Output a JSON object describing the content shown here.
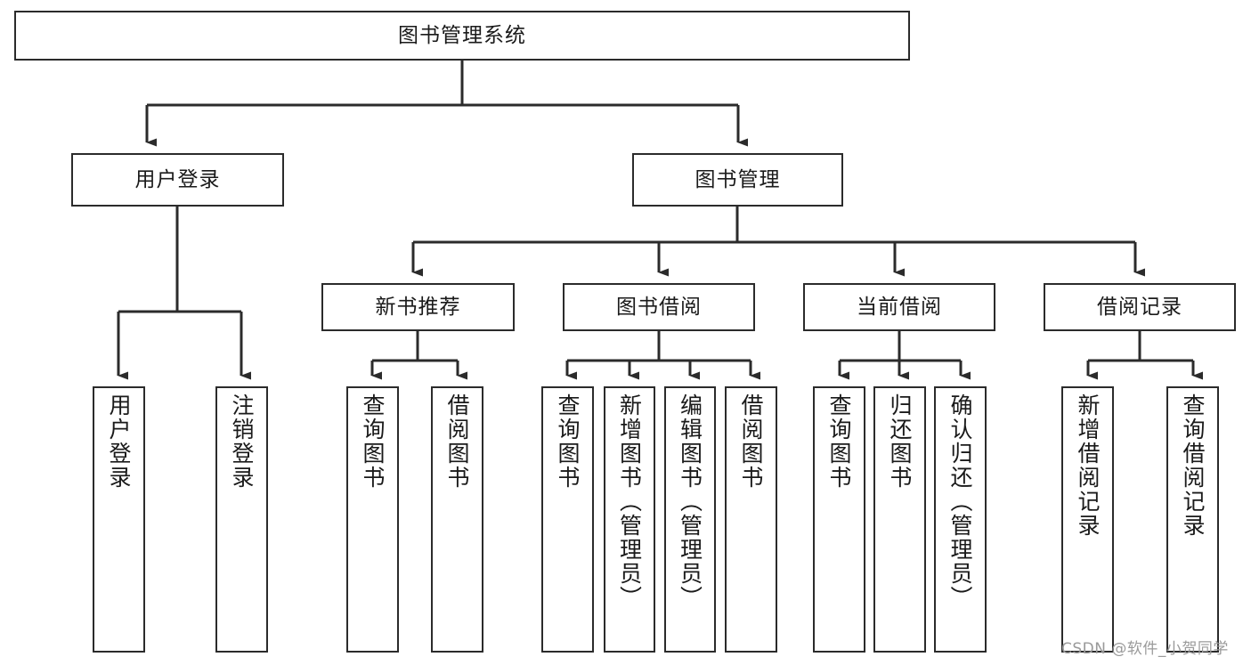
{
  "diagram": {
    "title": "图书管理系统",
    "type": "functional-structure-tree",
    "root": {
      "id": "root",
      "label": "图书管理系统"
    },
    "level2": [
      {
        "id": "user-login",
        "label": "用户登录"
      },
      {
        "id": "book-manage",
        "label": "图书管理"
      }
    ],
    "level3": [
      {
        "id": "new-book-rec",
        "label": "新书推荐",
        "parent": "book-manage"
      },
      {
        "id": "book-borrow",
        "label": "图书借阅",
        "parent": "book-manage"
      },
      {
        "id": "current-borrow",
        "label": "当前借阅",
        "parent": "book-manage"
      },
      {
        "id": "borrow-record",
        "label": "借阅记录",
        "parent": "book-manage"
      }
    ],
    "leaves": {
      "user_login": [
        {
          "id": "leaf-user-login",
          "label": "用户登录"
        },
        {
          "id": "leaf-logout",
          "label": "注销登录"
        }
      ],
      "new_book_rec": [
        {
          "id": "leaf-query-book-1",
          "label": "查询图书"
        },
        {
          "id": "leaf-borrow-book-1",
          "label": "借阅图书"
        }
      ],
      "book_borrow": [
        {
          "id": "leaf-query-book-2",
          "label": "查询图书"
        },
        {
          "id": "leaf-add-book",
          "label": "新增图书（管理员）"
        },
        {
          "id": "leaf-edit-book",
          "label": "编辑图书（管理员）"
        },
        {
          "id": "leaf-borrow-book-2",
          "label": "借阅图书"
        }
      ],
      "current_borrow": [
        {
          "id": "leaf-query-book-3",
          "label": "查询图书"
        },
        {
          "id": "leaf-return-book",
          "label": "归还图书"
        },
        {
          "id": "leaf-confirm-return",
          "label": "确认归还（管理员）"
        }
      ],
      "borrow_record": [
        {
          "id": "leaf-add-record",
          "label": "新增借阅记录"
        },
        {
          "id": "leaf-query-record",
          "label": "查询借阅记录"
        }
      ]
    }
  },
  "watermark": {
    "text": "CSDN @软件_小贺同学"
  },
  "colors": {
    "stroke": "#2b2b2b",
    "background": "#ffffff",
    "text": "#1a1a1a",
    "watermark": "#9a9a9a"
  }
}
